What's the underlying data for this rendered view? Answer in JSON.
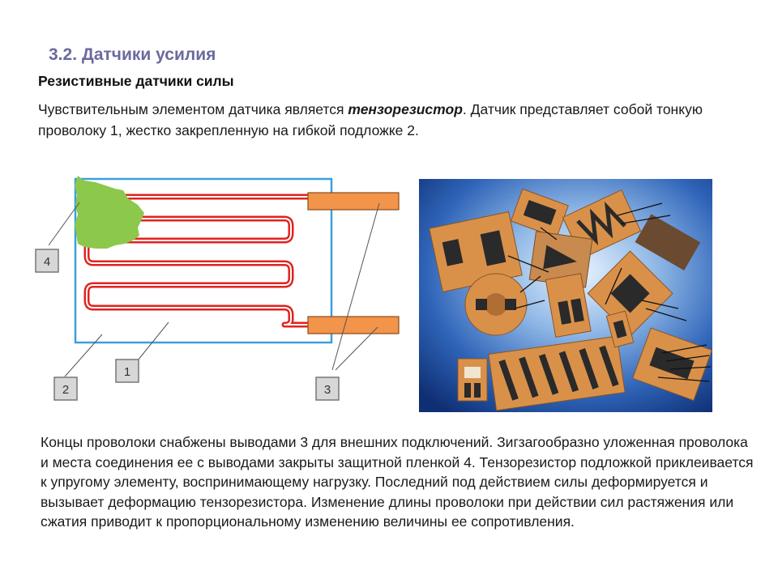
{
  "slide": {
    "section_title": "3.2. Датчики усилия",
    "subtitle": "Резистивные датчики силы",
    "intro": {
      "part1": "Чувствительным элементом датчика является ",
      "emphasis": "тензорезистор",
      "part2": ". Датчик представляет собой  тонкую проволоку 1, жестко закрепленную на гибкой подложке 2."
    },
    "body": "Концы проволоки снабжены выводами 3 для внешних подключений. Зигзагообразно уложенная проволока и места соединения ее с выводами закрыты защитной пленкой 4. Тензорезистор подложкой приклеивается к упругому элементу, воспринимающему нагрузку. Последний под действием силы деформируется и вызывает деформацию тензорезистора. Изменение длины проволоки при действии сил растяжения или сжатия приводит к пропорциональному изменению величины ее сопротивления."
  },
  "diagram": {
    "labels": {
      "film": "4",
      "wire": "1",
      "substrate": "2",
      "terminals": "3"
    },
    "colors": {
      "substrate": "#3aa0dc",
      "wire": "#e0231f",
      "terminal": "#f2944a",
      "film": "#8cc84b"
    }
  },
  "photo": {
    "subject": "strain-gauges-photo",
    "colors": {
      "background": "#1f4fa0",
      "gauge": "#d9914a",
      "grid": "#2a2a2a"
    }
  }
}
